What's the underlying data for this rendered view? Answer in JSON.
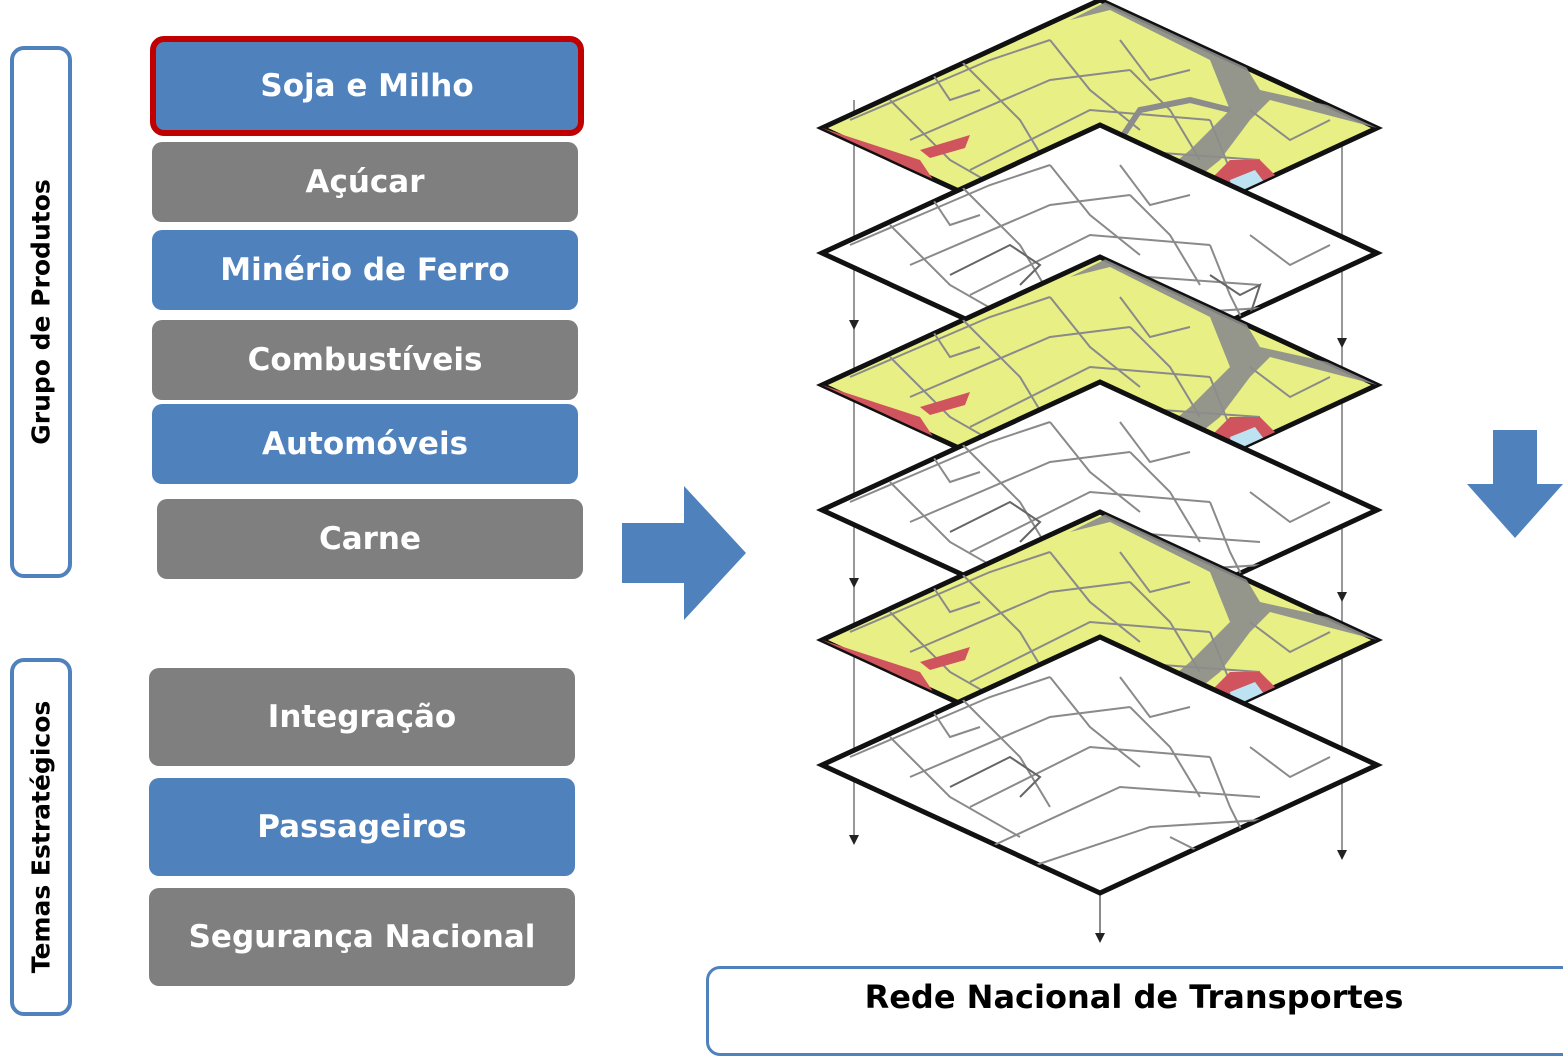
{
  "groups": {
    "products_label": "Grupo de Produtos",
    "strategic_label": "Temas Estratégicos"
  },
  "products": [
    {
      "label": "Soja e Milho",
      "color": "blue",
      "selected": true
    },
    {
      "label": "Açúcar",
      "color": "gray",
      "selected": false
    },
    {
      "label": "Minério de Ferro",
      "color": "blue",
      "selected": false
    },
    {
      "label": "Combustíveis",
      "color": "gray",
      "selected": false
    },
    {
      "label": "Automóveis",
      "color": "blue",
      "selected": false
    },
    {
      "label": "Carne",
      "color": "gray",
      "selected": false
    }
  ],
  "themes": [
    {
      "label": "Integração",
      "color": "gray"
    },
    {
      "label": "Passageiros",
      "color": "blue"
    },
    {
      "label": "Segurança Nacional",
      "color": "gray"
    }
  ],
  "network_title": "Rede Nacional de Transportes",
  "colors": {
    "blue": "#4f81bd",
    "gray": "#7f7f7f",
    "selected_border": "#c00000",
    "map_fill": "#e8ef84",
    "map_red": "#d0545e",
    "map_road": "#8c8c8c",
    "map_water": "#bde3f2"
  },
  "icons": {
    "right_arrow": "arrow-right-icon",
    "down_arrow": "arrow-down-icon"
  }
}
